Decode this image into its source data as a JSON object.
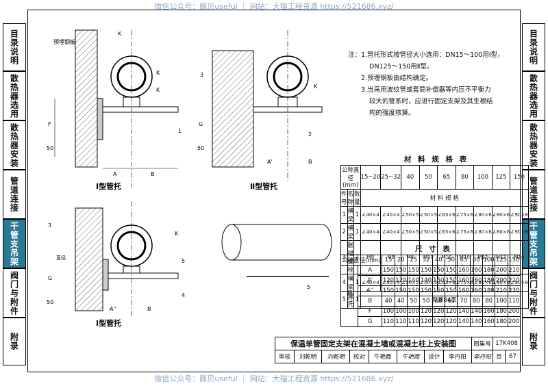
{
  "watermark_top": "微信公众号：豚贝useful ｜ 网站：大猫工程资源 https://521686.xyz/",
  "watermark_bottom": "微信公众号：豚贝useful ｜ 网站：大猫工程资源 https://521686.xyz/",
  "left_tabs": [
    "目录说明",
    "散热器选用",
    "散热器安装",
    "管道连接",
    "干管支吊架",
    "阀门与附件",
    "附录"
  ],
  "right_tabs": [
    "目录说明",
    "散热器选用",
    "散热器安装",
    "管道连接",
    "干管支吊架",
    "阀门与附件",
    "附录"
  ],
  "active_tab": "干管支吊架",
  "colors": {
    "active_tab": "#2a7a96",
    "watermark": "#8aa9c8"
  },
  "drawing": {
    "label_plate": "预埋钢板",
    "title_1": "Ⅰ型管托",
    "title_2": "Ⅱ型管托",
    "title_3": "Ⅰ型管托",
    "dims": {
      "f": "F",
      "fifty": "50",
      "g": "G",
      "a": "A",
      "b": "B",
      "a1": "A'",
      "a2": "A''",
      "k": "K",
      "n1": "1",
      "n2": "2",
      "n3": "3",
      "n4": "4",
      "n5": "5",
      "zj": "直径"
    }
  },
  "notes": {
    "prefix": "注：",
    "lines": [
      "1.管托形式按管径大小选用：DN15～100用Ⅰ型，",
      "DN125～150用Ⅱ型。",
      "2.预埋钢板由结构确定。",
      "3.当采用波纹管或套筒补偿器等内压不平衡力",
      "较大的管系时，应进行固定支架及其生根结",
      "构的强度核算。"
    ]
  },
  "material_table": {
    "title": "材 料 规 格 表",
    "hdr_dn": "公称直径(mm)",
    "dn": [
      "15~20",
      "25~32",
      "40",
      "50",
      "65",
      "80",
      "100",
      "125",
      "150"
    ],
    "hdr_no": "件号",
    "hdr_name": "名 称",
    "hdr_qty": "数量",
    "hdr_spec": "材 料 规 格",
    "rows": [
      {
        "no": "1",
        "name": "横 梁",
        "qty": "1",
        "specs": [
          "∠40×4",
          "∠40×4",
          "∠50×5",
          "∠50×5",
          "∠63×6",
          "∠75×6",
          "∠80×6",
          "∠80×6",
          "∠90×8"
        ]
      },
      {
        "no": "2",
        "name": "横 梁",
        "qty": "1",
        "specs": [
          "∠40×4",
          "∠40×4",
          "∠50×5",
          "∠50×5",
          "∠63×6",
          "∠75×6",
          "∠80×6",
          "∠80×6",
          "∠90×8"
        ]
      },
      {
        "no": "3",
        "name": "胀锚螺栓",
        "qty": "2",
        "specs": [
          "M8",
          "M8",
          "M8",
          "M10",
          "M10",
          "M10",
          "M12",
          "M12",
          "M16"
        ]
      },
      {
        "no": "4",
        "name": "横 梁",
        "qty": "1",
        "specs": [
          "∠40×4",
          "∠40×4",
          "∠50×5",
          "∠50×5",
          "∠63×6",
          "∠75×6",
          "∠80×6",
          "∠80×6",
          "∠90×8"
        ]
      },
      {
        "no": "5",
        "name": "管 托",
        "qty": "1",
        "span": "见第84页"
      }
    ]
  },
  "size_table": {
    "title": "尺 寸 表",
    "hdr_dn": "公称直径(mm)",
    "dn": [
      "15",
      "20",
      "25",
      "32",
      "40",
      "50",
      "65",
      "80",
      "100",
      "125",
      "150"
    ],
    "group": "尺寸",
    "rows": [
      {
        "k": "A",
        "v": [
          "150",
          "150",
          "150",
          "150",
          "150",
          "150",
          "160",
          "160",
          "180",
          "200",
          "210"
        ]
      },
      {
        "k": "A'",
        "v": [
          "120",
          "120",
          "140",
          "140",
          "150",
          "150",
          "160",
          "160",
          "180",
          "200",
          "210"
        ]
      },
      {
        "k": "A''",
        "v": [
          "150",
          "150",
          "150",
          "150",
          "150",
          "150",
          "160",
          "160",
          "180",
          "210",
          "230"
        ]
      },
      {
        "k": "B",
        "v": [
          "40",
          "40",
          "50",
          "50",
          "60",
          "60",
          "70",
          "80",
          "80",
          "100",
          "110"
        ]
      },
      {
        "k": "F",
        "v": [
          "100",
          "100",
          "100",
          "120",
          "120",
          "120",
          "140",
          "140",
          "160",
          "180",
          "200"
        ]
      },
      {
        "k": "G",
        "v": [
          "110",
          "110",
          "110",
          "120",
          "120",
          "120",
          "140",
          "140",
          "160",
          "180",
          "200"
        ]
      }
    ]
  },
  "title_block": {
    "title": "保温单管固定支架在混凝土墙或混凝土柱上安装图",
    "atlas_label": "图集号",
    "atlas_no": "17K408",
    "review_label": "审核",
    "review_name": "刘乾明",
    "review_sig": "刘乾明",
    "check_label": "校对",
    "check_name": "牛艳霞",
    "check_sig": "牛艳霞",
    "design_label": "设计",
    "design_name": "李丹阳",
    "design_sig": "李丹阳",
    "page_label": "页",
    "page_no": "67"
  }
}
